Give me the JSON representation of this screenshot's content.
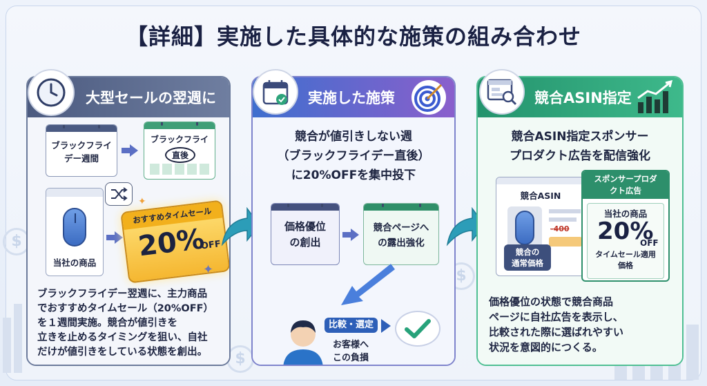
{
  "title": "【詳細】実施した具体的な施策の組み合わせ",
  "panel1": {
    "header": "大型セールの翌週に",
    "calendar_left": "ブラックフライデー週間",
    "calendar_right_line1": "ブラックフライ",
    "calendar_right_line2": "直後",
    "product_label": "当社の商品",
    "ticket_top": "おすすめタイムセール",
    "ticket_big": "20%",
    "ticket_off": "OFF",
    "description": [
      "ブラックフライデー翌週に、主力商品",
      "でおすすめタイムセール（20%OFF）",
      "を１週間実施。競合が値引きを",
      "立きを止めるタイミングを狙い、自社",
      "だけが値引きをしている状態を創出。"
    ]
  },
  "panel2": {
    "header": "実施した施策",
    "headline": [
      "競合が値引きしない週",
      "（ブラックフライデー直後）",
      "に20%OFFを集中投下"
    ],
    "card1": [
      "価格優位",
      "の創出"
    ],
    "card2": [
      "競合ページへ",
      "の露出強化"
    ],
    "compare_label": "比較・選定",
    "customer_label": [
      "お客様へ",
      "この負損"
    ]
  },
  "panel3": {
    "header": "競合ASIN指定",
    "headline": [
      "競合ASIN指定スポンサー",
      "プロダクト広告を配信強化"
    ],
    "competitor_label": "競合ASIN",
    "competitor_price_tag": [
      "競合の",
      "通常価格"
    ],
    "strike_price": "-400",
    "ad_header": [
      "スポンサープロダ",
      "クト広告"
    ],
    "ad_product": "当社の商品",
    "ad_big": "20%",
    "ad_off": "OFF",
    "ad_sub": [
      "タイムセール適用",
      "価格"
    ],
    "description": [
      "価格優位の状態で競合商品",
      "ページに自社広告を表示し、",
      "比較された際に選ばれやすい",
      "状況を意図的につくる。"
    ]
  }
}
